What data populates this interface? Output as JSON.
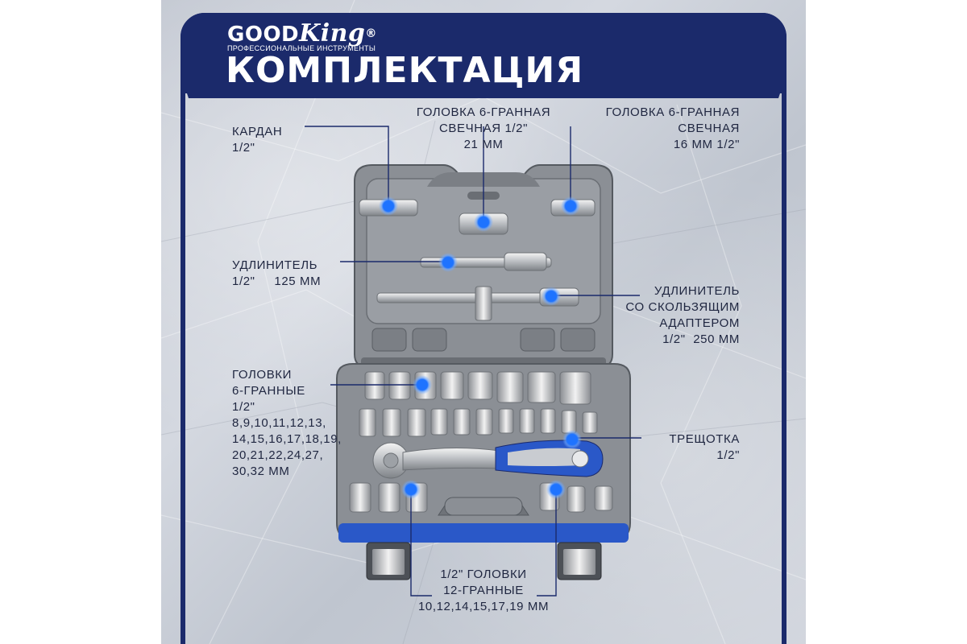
{
  "brand": {
    "name_a": "GOOD",
    "name_b": "King",
    "mark": "®",
    "tagline": "ПРОФЕССИОНАЛЬНЫЕ ИНСТРУМЕНТЫ"
  },
  "title": "КОМПЛЕКТАЦИЯ",
  "labels": {
    "kardan": [
      "КАРДАН",
      "1/2\""
    ],
    "socket21": [
      "ГОЛОВКА 6-ГРАННАЯ",
      "СВЕЧНАЯ 1/2\"",
      "21 ММ"
    ],
    "socket16": [
      "ГОЛОВКА 6-ГРАННАЯ",
      "СВЕЧНАЯ",
      "16 ММ  1/2\""
    ],
    "ext125": [
      "УДЛИНИТЕЛЬ",
      "1/2\"     125 ММ"
    ],
    "ext250": [
      "УДЛИНИТЕЛЬ",
      "СО СКОЛЬЗЯЩИМ",
      "АДАПТЕРОМ",
      "1/2\"  250 ММ"
    ],
    "sockets6": [
      "ГОЛОВКИ",
      "6-ГРАННЫЕ",
      "1/2\"",
      "8,9,10,11,12,13,",
      "14,15,16,17,18,19,",
      "20,21,22,24,27,",
      "30,32 ММ"
    ],
    "ratchet": [
      "ТРЕЩОТКА",
      "1/2\""
    ],
    "sockets12": [
      "1/2\" ГОЛОВКИ",
      "12-ГРАННЫЕ",
      "10,12,14,15,17,19 ММ"
    ]
  },
  "colors": {
    "navy": "#1b2a6b",
    "case": "#8c9096",
    "case_dark": "#5f6368",
    "accent_blue": "#2a58c8",
    "dot": "#1e73ff"
  }
}
